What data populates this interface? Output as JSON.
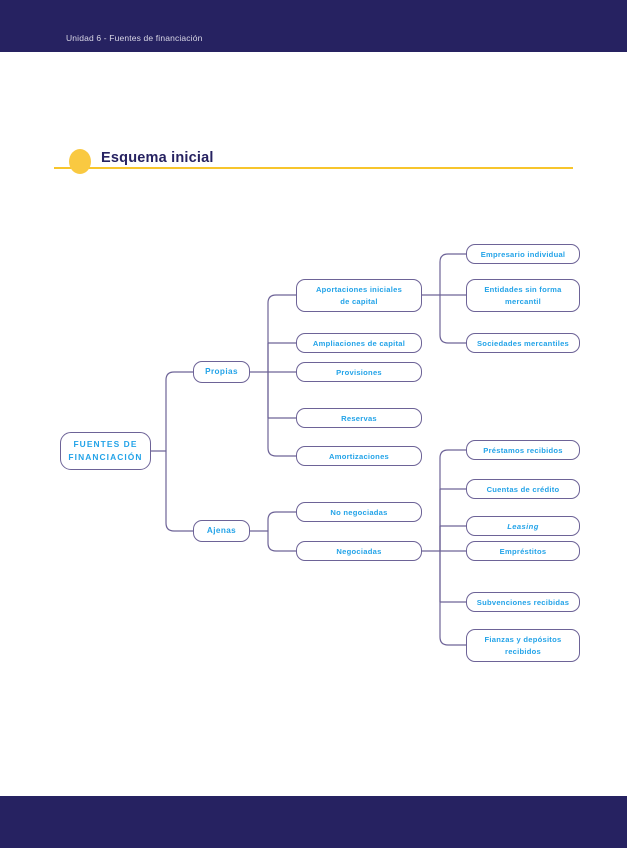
{
  "header": {
    "unit_label": "Unidad 6 - Fuentes de financiación",
    "bar_color": "#262261"
  },
  "section": {
    "title": "Esquema inicial",
    "accent_color": "#f9c941",
    "title_color": "#262261",
    "bullet_icon": "circle-bullet-icon"
  },
  "diagram": {
    "type": "mind-map",
    "node_border_color": "#6d6397",
    "node_text_color": "#23a3e8",
    "node_fill_color": "#ffffff",
    "root": {
      "label_line1": "FUENTES DE",
      "label_line2": "FINANCIACIÓN"
    },
    "branches": [
      {
        "label": "Propias"
      },
      {
        "label": "Ajenas"
      }
    ],
    "propias_children": [
      {
        "label_line1": "Aportaciones iniciales",
        "label_line2": "de capital"
      },
      {
        "label_line1": "Ampliaciones de capital",
        "label_line2": ""
      },
      {
        "label_line1": "Provisiones",
        "label_line2": ""
      },
      {
        "label_line1": "Reservas",
        "label_line2": ""
      },
      {
        "label_line1": "Amortizaciones",
        "label_line2": ""
      }
    ],
    "aportaciones_children": [
      {
        "label_line1": "Empresario individual",
        "label_line2": ""
      },
      {
        "label_line1": "Entidades sin forma",
        "label_line2": "mercantil"
      },
      {
        "label_line1": "Sociedades mercantiles",
        "label_line2": ""
      }
    ],
    "ajenas_children": [
      {
        "label": "No negociadas"
      },
      {
        "label": "Negociadas"
      }
    ],
    "negociadas_children": [
      {
        "label_line1": "Préstamos recibidos",
        "label_line2": "",
        "italic": false
      },
      {
        "label_line1": "Cuentas de crédito",
        "label_line2": "",
        "italic": false
      },
      {
        "label_line1": "Leasing",
        "label_line2": "",
        "italic": true
      },
      {
        "label_line1": "Empréstitos",
        "label_line2": "",
        "italic": false
      },
      {
        "label_line1": "Subvenciones recibidas",
        "label_line2": "",
        "italic": false
      },
      {
        "label_line1": "Fianzas y depósitos",
        "label_line2": "recibidos",
        "italic": false
      }
    ]
  },
  "footer": {
    "bar_color": "#262261"
  }
}
